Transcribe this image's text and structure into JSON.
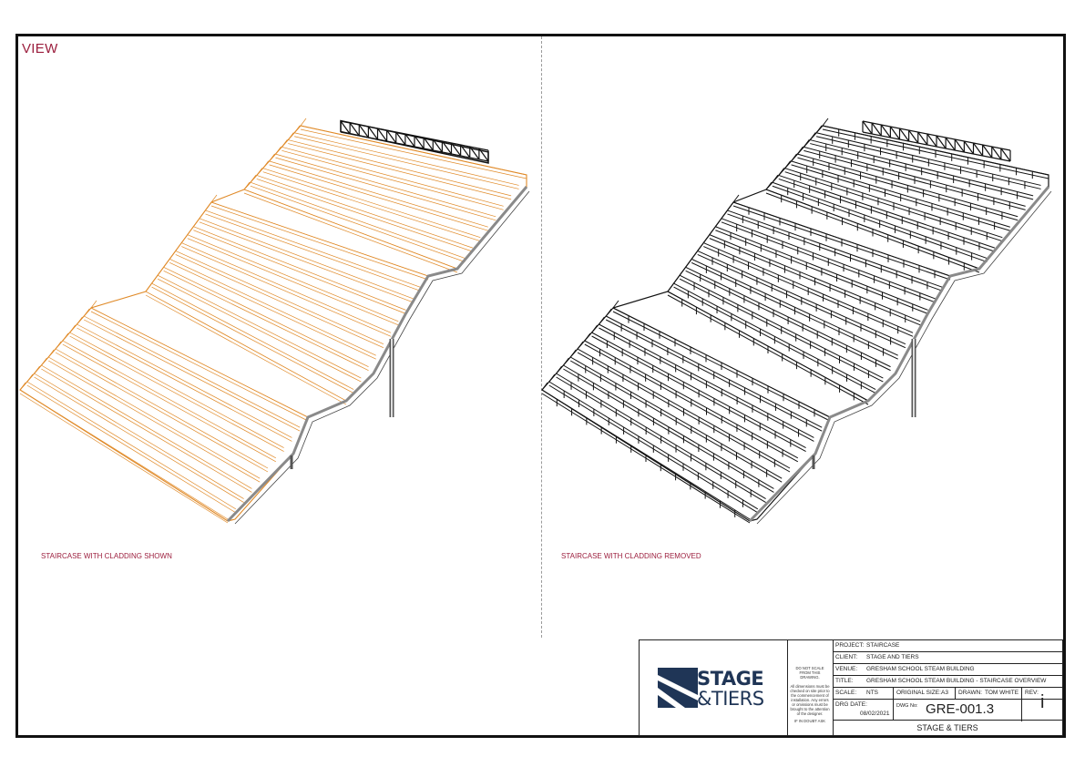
{
  "view_title": "VIEW",
  "captions": {
    "left": "STAIRCASE WITH CLADDING SHOWN",
    "right": "STAIRCASE WITH CLADDING REMOVED"
  },
  "colors": {
    "cladding_line": "#e08a28",
    "frame_line": "#111111",
    "accent_text": "#9c1f3e",
    "logo_navy": "#1f3556"
  },
  "title_block": {
    "logo_line1": "STAGE",
    "logo_line2": "&TIERS",
    "notes": {
      "line1": "DO NOT SCALE FROM THIS DRAWING.",
      "line2": "All dimensions must be checked on site prior to the commencement of installation. Any errors or omissions must be brought to the attention of the designer.",
      "line3": "IF IN DOUBT ASK"
    },
    "project_label": "PROJECT:",
    "project": "STAIRCASE",
    "client_label": "CLIENT:",
    "client": "STAGE AND TIERS",
    "venue_label": "VENUE:",
    "venue": "GRESHAM SCHOOL STEAM BUILDING",
    "title_label": "TITLE:",
    "title": "GRESHAM SCHOOL STEAM BUILDING - STAIRCASE OVERVIEW",
    "scale_label": "SCALE:",
    "scale": "NTS",
    "size_label": "ORIGINAL SIZE:",
    "size": "A3",
    "drawn_label": "DRAWN:",
    "drawn": "TOM WHITE",
    "rev_label": "REV:",
    "rev": "i",
    "date_label": "DRG DATE:",
    "date": "08/02/2021",
    "dwg_label": "DWG No:",
    "dwg_no": "GRE-001.3",
    "company": "STAGE & TIERS"
  }
}
